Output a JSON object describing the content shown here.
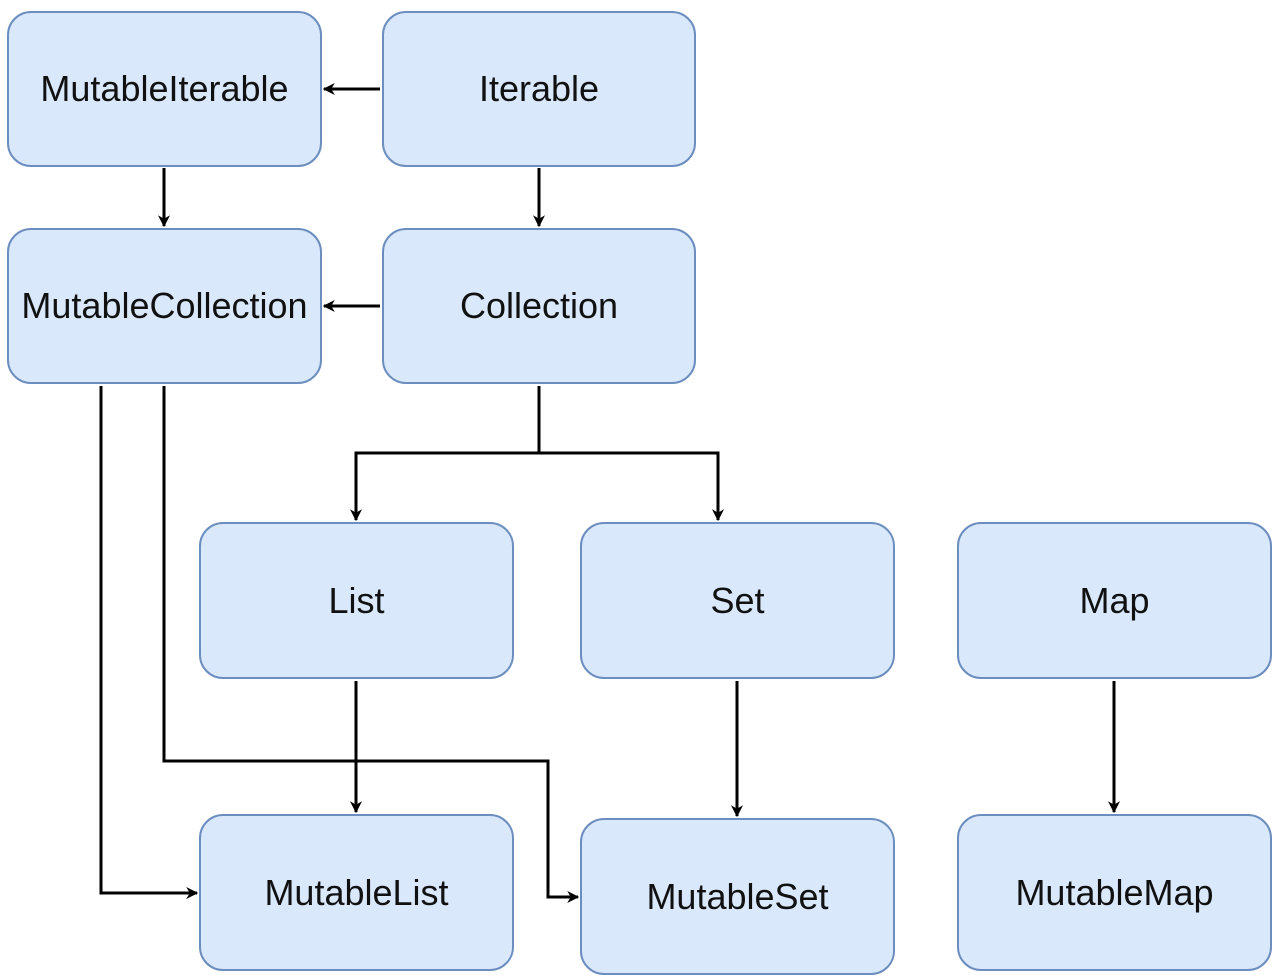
{
  "nodes": {
    "mutable_iterable": "MutableIterable",
    "iterable": "Iterable",
    "mutable_collection": "MutableCollection",
    "collection": "Collection",
    "list": "List",
    "set": "Set",
    "map": "Map",
    "mutable_list": "MutableList",
    "mutable_set": "MutableSet",
    "mutable_map": "MutableMap"
  },
  "edges": [
    {
      "from": "Iterable",
      "to": "MutableIterable"
    },
    {
      "from": "Iterable",
      "to": "Collection"
    },
    {
      "from": "MutableIterable",
      "to": "MutableCollection"
    },
    {
      "from": "Collection",
      "to": "MutableCollection"
    },
    {
      "from": "Collection",
      "to": "List"
    },
    {
      "from": "Collection",
      "to": "Set"
    },
    {
      "from": "List",
      "to": "MutableList"
    },
    {
      "from": "MutableCollection",
      "to": "MutableList"
    },
    {
      "from": "MutableCollection",
      "to": "MutableSet"
    },
    {
      "from": "Set",
      "to": "MutableSet"
    },
    {
      "from": "Map",
      "to": "MutableMap"
    }
  ],
  "colors": {
    "node_fill": "#dae8fc",
    "node_stroke": "#6c8ebf",
    "edge": "#000000"
  }
}
